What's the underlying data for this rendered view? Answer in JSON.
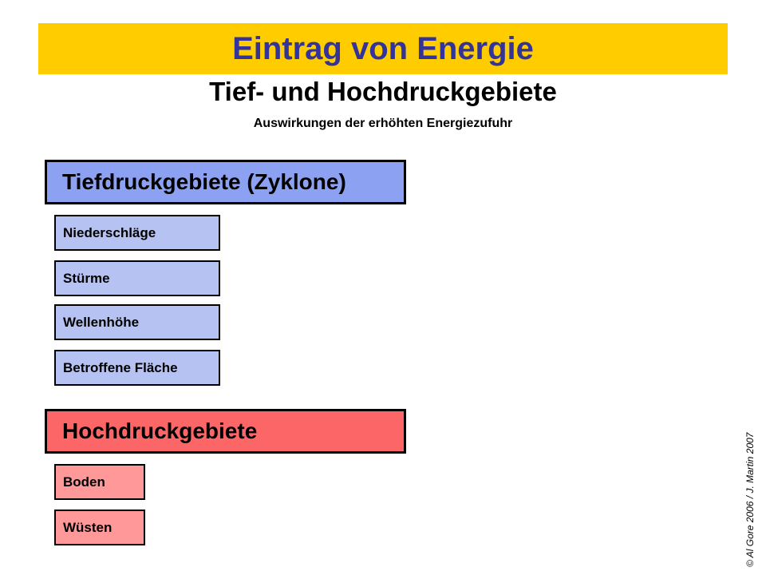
{
  "header": {
    "banner_title": "Eintrag von Energie",
    "banner_bg": "#FFCC00",
    "banner_text_color": "#333399",
    "title": "Tief- und Hochdruckgebiete",
    "subtitle": "Auswirkungen der erhöhten Energiezufuhr"
  },
  "sections": [
    {
      "header": "Tiefdruckgebiete (Zyklone)",
      "header_bg": "#8DA1F2",
      "item_bg": "#B5C2F2",
      "items": [
        "Niederschläge",
        "Stürme",
        "Wellenhöhe",
        "Betroffene Fläche"
      ]
    },
    {
      "header": "Hochdruckgebiete",
      "header_bg": "#FC6666",
      "item_bg": "#FF9999",
      "items": [
        "Boden",
        "Wüsten"
      ]
    }
  ],
  "credit": "© Al Gore 2006 / J. Martin 2007"
}
